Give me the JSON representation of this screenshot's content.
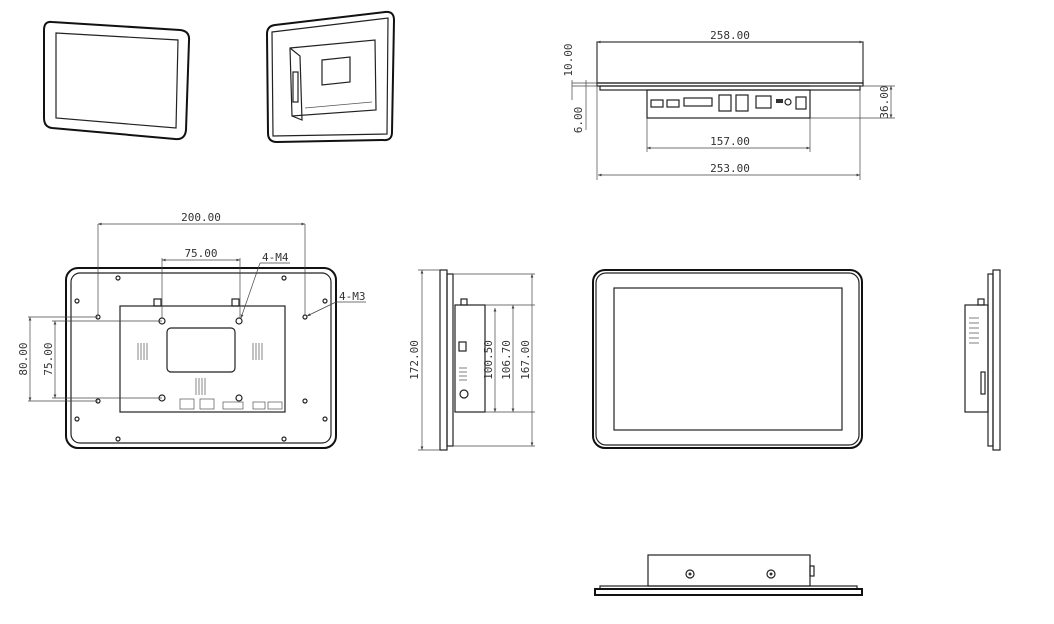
{
  "drawing": {
    "top_view": {
      "overall_width": "258.00",
      "bezel_thickness": "10.00",
      "rear_offset": "6.00",
      "io_height": "36.00",
      "io_width": "157.00",
      "body_width": "253.00"
    },
    "back_view": {
      "outer_hole_spacing": "200.00",
      "vesa_spacing_h": "75.00",
      "vesa_label": "4-M4",
      "mount_label": "4-M3",
      "outer_hole_spacing_v": "80.00",
      "vesa_spacing_v": "75.00"
    },
    "side_view": {
      "overall_height": "172.00",
      "body_height_a": "100.50",
      "body_height_b": "106.70",
      "body_height_c": "167.00"
    }
  }
}
